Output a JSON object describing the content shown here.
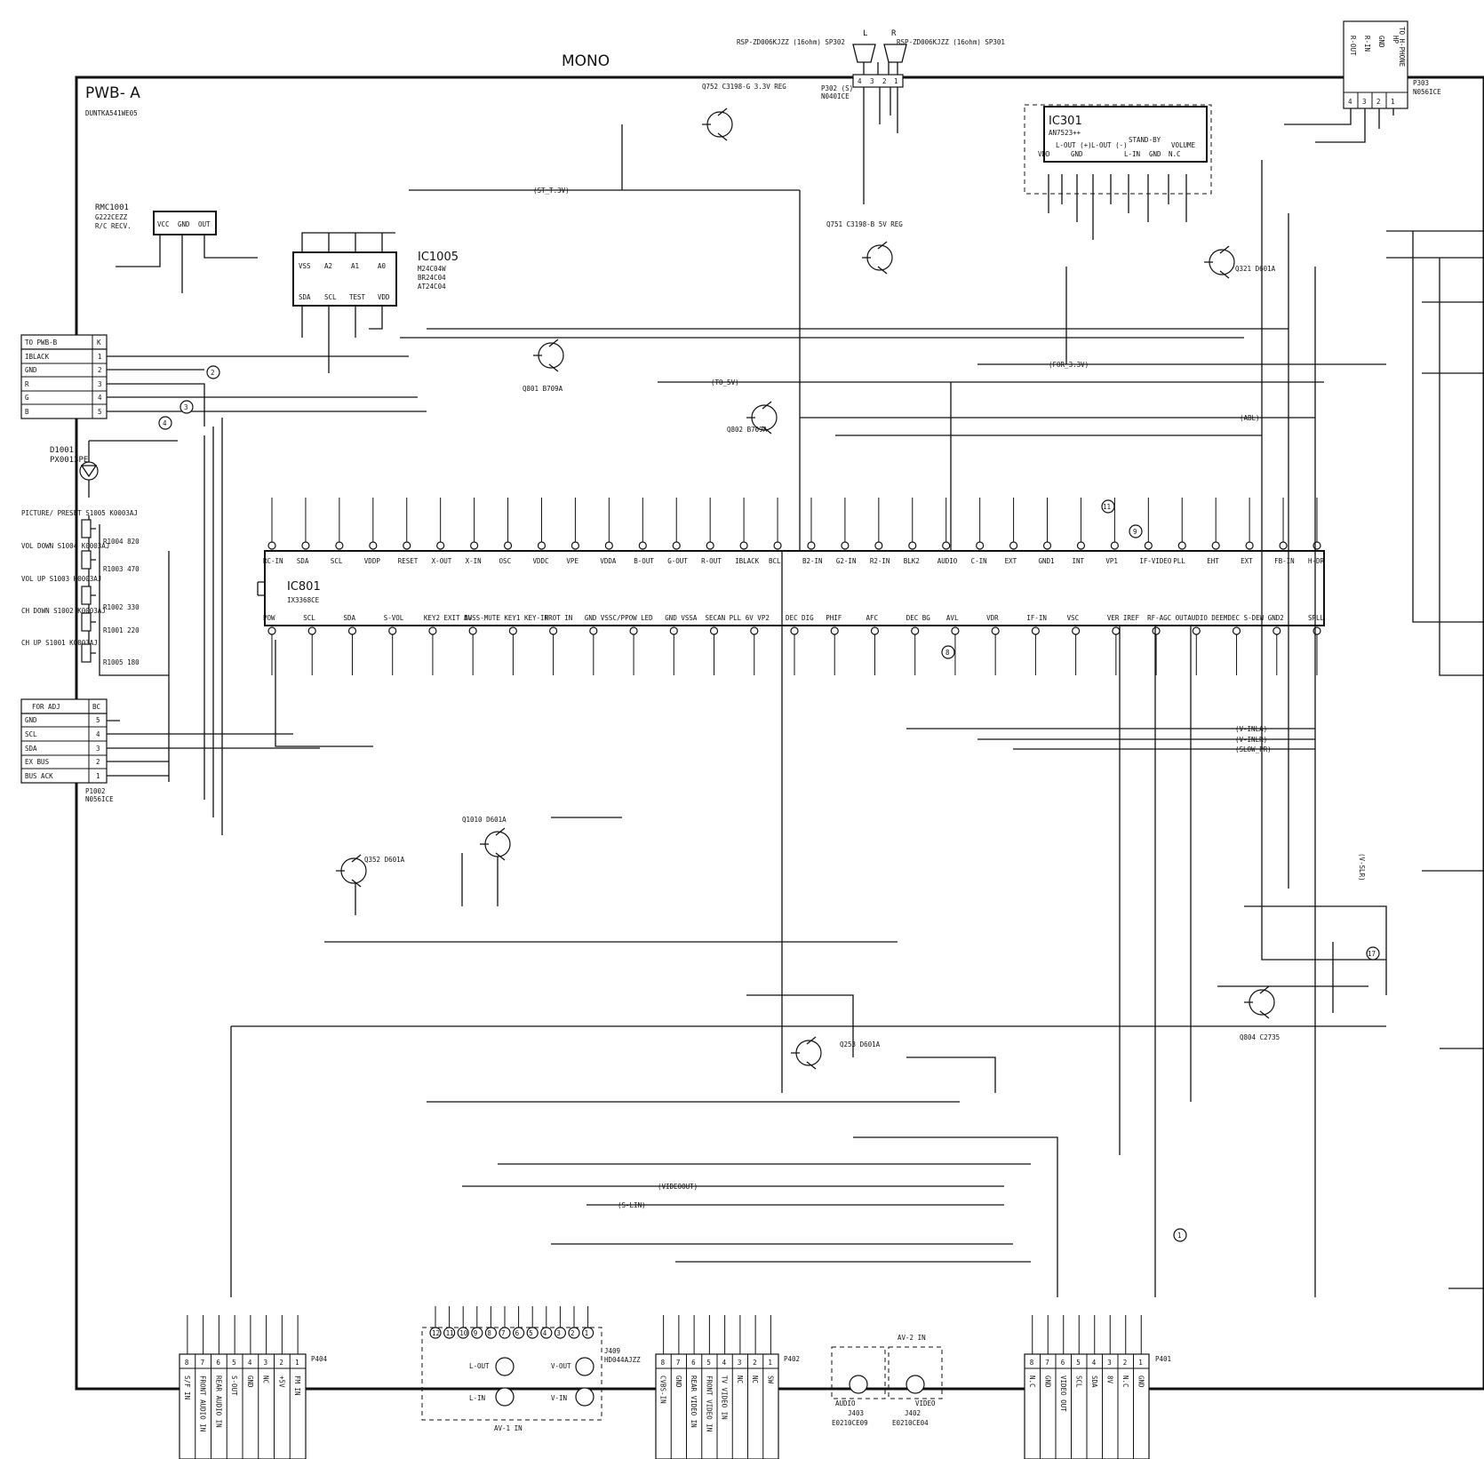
{
  "title": "MONO",
  "board": "PWB- A",
  "board_code": "DUNTKA541WE05",
  "ic801": {
    "ref": "IC801",
    "part": "IX3368CE",
    "top_pins": [
      "RC-IN",
      "SDA",
      "SCL",
      "VDDP",
      "RESET",
      "X-OUT",
      "X-IN",
      "OSC",
      "VDDC",
      "VPE",
      "VDDA",
      "B-OUT",
      "G-OUT",
      "R-OUT",
      "IBLACK",
      "BCL",
      "B2-IN",
      "G2-IN",
      "R2-IN",
      "BLK2",
      "AUDIO",
      "C-IN",
      "EXT",
      "GND1",
      "INT",
      "VP1",
      "IF-VIDEO",
      "PLL",
      "EHT",
      "EXT",
      "FB-IN",
      "H-DR"
    ],
    "bottom_pins": [
      "POW",
      "SCL",
      "SDA",
      "S-VOL",
      "KEY2 EXIT BUS",
      "AV S-MUTE",
      "KEY1 KEY-IN",
      "PROT IN",
      "GND VSSC/P",
      "POW LED",
      "GND VSSA",
      "SECAN PLL",
      "6V VP2",
      "DEC DIG",
      "PHIF",
      "AFC",
      "DEC BG",
      "AVL",
      "VDR",
      "IF-IN",
      "VSC",
      "VER IREF",
      "RF-AGC OUT",
      "AUDIO DEEM",
      "DEC S-DEW",
      "GND2",
      "SPLL"
    ]
  },
  "ic301": {
    "ref": "IC301",
    "part": "AN7523++",
    "pins": [
      "VDD",
      "L-OUT (+)",
      "GND",
      "L-OUT (-)",
      "L-IN",
      "GND",
      "N.C",
      "STAND-BY",
      "VOLUME"
    ]
  },
  "ic1005": {
    "ref": "IC1005",
    "parts": [
      "M24C04W",
      "BR24C04",
      "AT24C04"
    ],
    "pins": [
      "VSS",
      "A2",
      "A1",
      "A0",
      "SDA",
      "SCL",
      "TEST",
      "VDD"
    ]
  },
  "rmc": {
    "ref": "RMC1001",
    "part": "G222CEZZ",
    "desc": "R/C RECV.",
    "pins": [
      "VCC",
      "GND",
      "OUT"
    ]
  },
  "to_pwb_b": {
    "title": "TO PWB-B",
    "col": "K",
    "rows": [
      {
        "name": "IBLACK",
        "n": "1"
      },
      {
        "name": "GND",
        "n": "2"
      },
      {
        "name": "R",
        "n": "3"
      },
      {
        "name": "G",
        "n": "4"
      },
      {
        "name": "B",
        "n": "5"
      }
    ]
  },
  "for_adj": {
    "title": "FOR ADJ",
    "col": "BC",
    "rows": [
      {
        "name": "GND",
        "n": "5"
      },
      {
        "name": "SCL",
        "n": "4"
      },
      {
        "name": "SDA",
        "n": "3"
      },
      {
        "name": "EX BUS",
        "n": "2"
      },
      {
        "name": "BUS ACK",
        "n": "1"
      }
    ],
    "conn": "P1002",
    "conn_part": "N056ICE"
  },
  "hphone": {
    "title": "TO H-PHONE",
    "pins": [
      "R-OUT",
      "R-IN",
      "GND",
      "HP"
    ],
    "nums": [
      "4",
      "3",
      "2",
      "1"
    ],
    "conn": "P303",
    "conn_part": "N056ICE"
  },
  "speakers": {
    "left": "L",
    "right": "R",
    "sp_l": "RSP-ZD006KJZZ (16ohm) SP302",
    "sp_r": "RSP-ZD006KJZZ (16ohm) SP301",
    "conn": "P302 (S)",
    "conn_part": "N040ICE"
  },
  "keys": [
    {
      "name": "PICTURE/ PRESET S1005 K0003AJ",
      "r": "R1004 820"
    },
    {
      "name": "VOL DOWN S1004 K0003AJ",
      "r": "R1003 470"
    },
    {
      "name": "VOL UP S1003 K0003AJ",
      "r": "R1002 330"
    },
    {
      "name": "CH DOWN S1002 K0003AJ",
      "r": "R1001 220"
    },
    {
      "name": "CH UP S1001 K0003AJ",
      "r": "R1005 180"
    }
  ],
  "transistors": [
    "Q752 C3198-G 3.3V REG",
    "Q751 C3198-B 5V REG",
    "Q801 B709A",
    "Q802 B709A",
    "Q321 D601A",
    "Q1010 D601A",
    "Q352 D601A",
    "Q253 D601A",
    "Q804 C2735"
  ],
  "connectors": {
    "p404": {
      "ref": "P404",
      "pins": [
        "8",
        "7",
        "6",
        "5",
        "4",
        "3",
        "2",
        "1"
      ],
      "labels": [
        "S/F IN",
        "FRONT AUDIO IN",
        "REAR AUDIO IN",
        "S-OUT",
        "GND",
        "NC",
        "+5V",
        "FM IN"
      ]
    },
    "p402": {
      "ref": "P402",
      "pins": [
        "8",
        "7",
        "6",
        "5",
        "4",
        "3",
        "2",
        "1"
      ],
      "labels": [
        "CVBS-IN",
        "GND",
        "REAR VIDEO IN",
        "FRONT VIDEO IN",
        "TV VIDEO IN",
        "NC",
        "NC",
        "SW"
      ]
    },
    "p401": {
      "ref": "P401",
      "pins": [
        "8",
        "7",
        "6",
        "5",
        "4",
        "3",
        "2",
        "1"
      ],
      "labels": [
        "N.C",
        "GND",
        "VIDEO OUT",
        "SCL",
        "SDA",
        "8V",
        "N.C",
        "GND"
      ]
    },
    "av": {
      "ref": "J409",
      "part": "HD044AJZZ",
      "title": "AV-1 IN",
      "jacks": [
        "L-OUT",
        "V-OUT",
        "L-IN",
        "V-IN"
      ],
      "pins": [
        "12",
        "11",
        "10",
        "9",
        "8",
        "7",
        "6",
        "5",
        "4",
        "3",
        "2",
        "1"
      ]
    },
    "j403": {
      "ref": "J403",
      "part": "E0210CE09",
      "name": "AUDIO"
    },
    "j402": {
      "ref": "J402",
      "part": "E0210CE04",
      "name": "VIDEO",
      "title": "AV-2 IN"
    }
  },
  "nets": [
    "(ST_T.3V)",
    "(TO_5V)",
    "(FOR_3.3V)",
    "(ABL)",
    "(V-INLA)",
    "(V-INLR)",
    "(SLOW_PR)",
    "(VIDEOOUT)",
    "(S-LIN)",
    "(V-SLR)"
  ],
  "circle_marks": [
    "1",
    "2",
    "3",
    "4",
    "8",
    "9",
    "11",
    "17"
  ],
  "colors": {
    "ink": "#111111",
    "paper": "#ffffff"
  }
}
